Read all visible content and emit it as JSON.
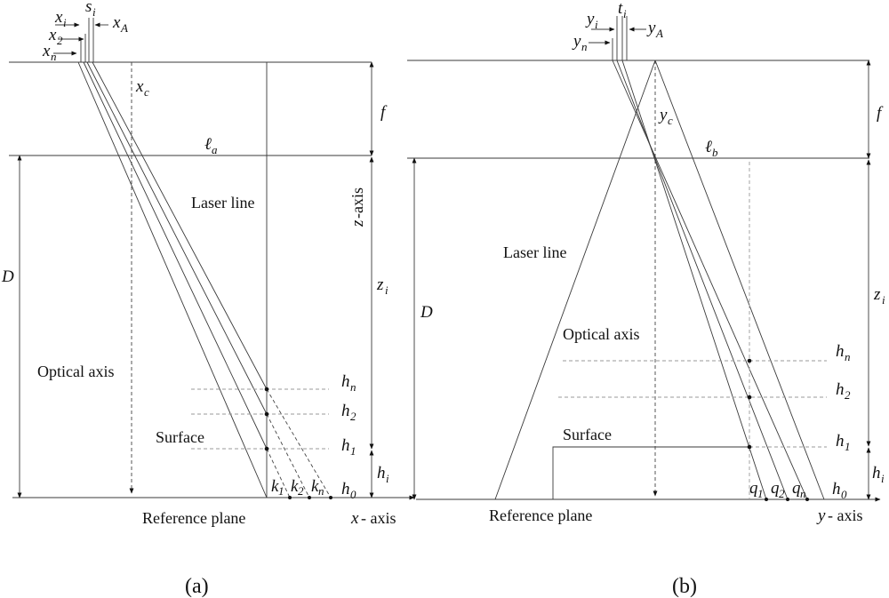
{
  "panel_a": {
    "caption": "(a)",
    "labels": {
      "laser_line": "Laser line",
      "optical_axis": "Optical axis",
      "surface": "Surface",
      "reference_plane": "Reference plane",
      "x_axis": "- axis",
      "x_axis_var": "x",
      "z_axis": "-axis",
      "z_axis_var": "z",
      "D": "D",
      "f": "f",
      "z": "z",
      "z_sub": "i",
      "h": "h",
      "hn_sub": "n",
      "h2_sub": "2",
      "h1_sub": "1",
      "h0_sub": "0",
      "hi_sub": "i",
      "x": "x",
      "xi_sub": "i",
      "x2_sub": "2",
      "xn_sub": "n",
      "xA_sub": "A",
      "xc_sub": "c",
      "s": "s",
      "s_sub": "i",
      "l": "ℓ",
      "la_sub": "a",
      "k": "k",
      "k1_sub": "1",
      "k2_sub": "2",
      "kn_sub": "n"
    }
  },
  "panel_b": {
    "caption": "(b)",
    "labels": {
      "laser_line": "Laser line",
      "optical_axis": "Optical axis",
      "surface": "Surface",
      "reference_plane": "Reference plane",
      "y_axis": "- axis",
      "y_axis_var": "y",
      "D": "D",
      "f": "f",
      "z": "z",
      "z_sub": "i",
      "h": "h",
      "hn_sub": "n",
      "h2_sub": "2",
      "h1_sub": "1",
      "h0_sub": "0",
      "hi_sub": "i",
      "y": "y",
      "yi_sub": "i",
      "yn_sub": "n",
      "yA_sub": "A",
      "yc_sub": "c",
      "t": "t",
      "t_sub": "i",
      "l": "ℓ",
      "lb_sub": "b",
      "q": "q",
      "q1_sub": "1",
      "q2_sub": "2",
      "qn_sub": "n"
    }
  }
}
